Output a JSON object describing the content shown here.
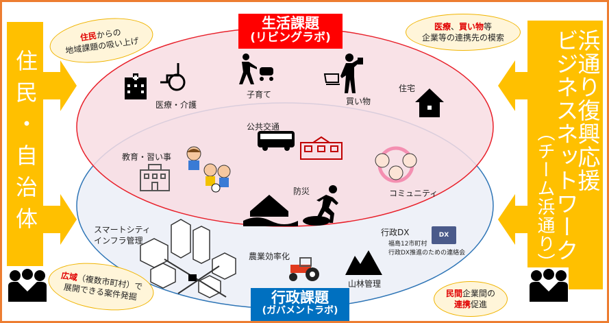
{
  "left_panel": {
    "title": "住民・自治体"
  },
  "right_panel": {
    "col1": "浜通り復興応援",
    "col2": "ビジネスネットワーク",
    "col3": "（チーム浜通り）"
  },
  "living_lab": {
    "title": "生活課題",
    "subtitle": "(リビングラボ)"
  },
  "gov_lab": {
    "title": "行政課題",
    "subtitle": "(ガバメントラボ)"
  },
  "bubbles": {
    "residents": {
      "highlight": "住民",
      "rest": "からの",
      "line2": "地域課題の吸い上げ"
    },
    "companies": {
      "h1": "医療",
      "sep": "、",
      "h2": "買い物",
      "rest": "等",
      "line2": "企業等の連携先の模索"
    },
    "wide_area": {
      "highlight": "広域",
      "rest": "（複数市町村）で",
      "line2": "展開できる案件発掘"
    },
    "private": {
      "highlight": "民間",
      "rest": "企業間の",
      "highlight2": "連携",
      "rest2": "促進"
    }
  },
  "items": {
    "medical": "医療・介護",
    "childcare": "子育て",
    "shopping": "買い物",
    "housing": "住宅",
    "transport": "公共交通",
    "education": "教育・習い事",
    "community": "コミュニティ",
    "disaster": "防災",
    "smartcity1": "スマートシティ",
    "smartcity2": "インフラ管理",
    "agri": "農業効率化",
    "forest": "山林管理",
    "gov_dx": "行政DX",
    "gov_dx_note1": "福島12市町村",
    "gov_dx_note2": "行政DX推進のための連絡会",
    "dx_badge": "DX"
  },
  "colors": {
    "frame": "#ED7D31",
    "yellow": "#FFC000",
    "red": "#FF0000",
    "blue": "#0070C0"
  }
}
